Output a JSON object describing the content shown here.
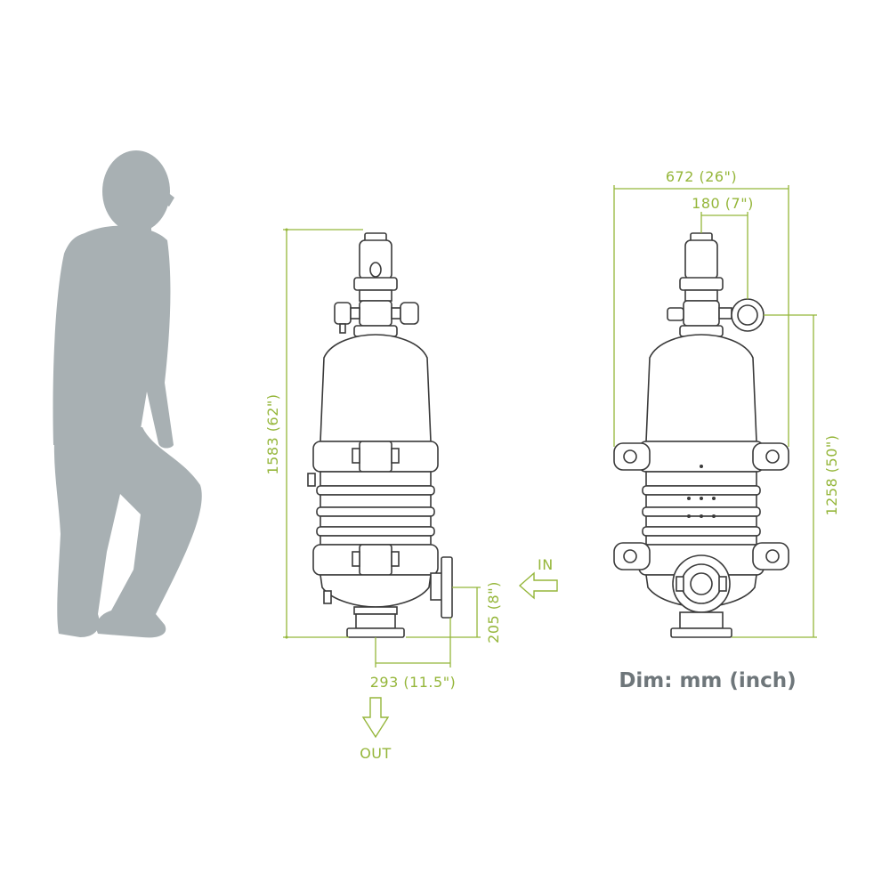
{
  "colors": {
    "dimension": "#95b63a",
    "outline": "#3a3a3a",
    "silhouette": "#a8b0b3",
    "legend_text": "#6e767a"
  },
  "dimensions": {
    "total_height": "1583 (62\")",
    "outlet_height": "205 (8\")",
    "outlet_offset": "293 (11.5\")",
    "total_width": "672 (26\")",
    "top_offset": "180 (7\")",
    "side_height": "1258 (50\")"
  },
  "flow": {
    "inlet": "IN",
    "outlet": "OUT"
  },
  "legend": "Dim: mm (inch)",
  "icons": [
    "person-silhouette",
    "inlet-arrow-icon",
    "outlet-arrow-icon"
  ]
}
